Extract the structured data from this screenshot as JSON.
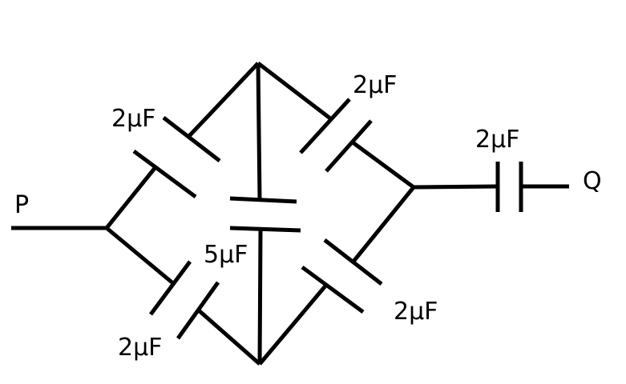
{
  "diagram": {
    "terminals": {
      "left": "P",
      "right": "Q"
    },
    "capacitors": {
      "upper_left": "2μF",
      "upper_right": "2μF",
      "center": "5μF",
      "lower_left": "2μF",
      "lower_right": "2μF",
      "series_right": "2μF"
    },
    "colors": {
      "line": "#000000",
      "background": "#ffffff"
    }
  }
}
